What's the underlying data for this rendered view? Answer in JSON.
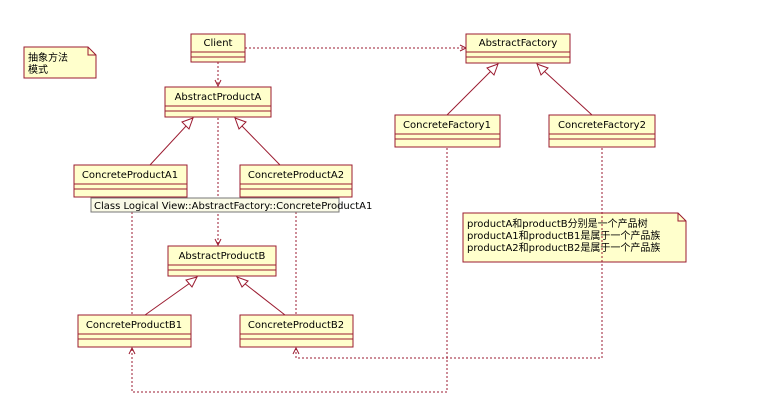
{
  "note_left": {
    "lines": [
      "抽象方法",
      "模式"
    ]
  },
  "note_right": {
    "lines": [
      "productA和productB分别是一个产品树",
      "productA1和productB1是属于一个产品族",
      "productA2和productB2是属于一个产品族"
    ]
  },
  "tooltip": "Class Logical View::AbstractFactory::ConcreteProductA1",
  "classes": {
    "client": "Client",
    "abstract_factory": "AbstractFactory",
    "abstract_product_a": "AbstractProductA",
    "concrete_factory_1": "ConcreteFactory1",
    "concrete_factory_2": "ConcreteFactory2",
    "concrete_product_a1": "ConcreteProductA1",
    "concrete_product_a2": "ConcreteProductA2",
    "abstract_product_b": "AbstractProductB",
    "concrete_product_b1": "ConcreteProductB1",
    "concrete_product_b2": "ConcreteProductB2"
  },
  "colors": {
    "class_fill": "#ffffcc",
    "line": "#9b1b30"
  }
}
